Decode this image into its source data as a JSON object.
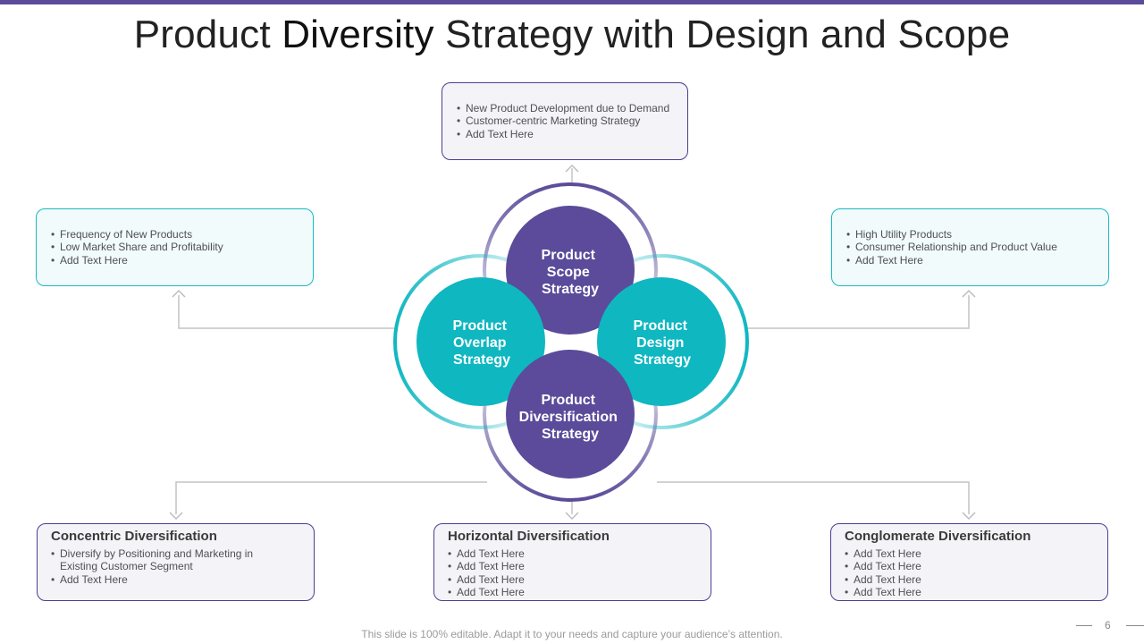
{
  "slide": {
    "title_part1": "Product ",
    "title_part2": "Diversity",
    "title_part3": " Strategy with Design and Scope",
    "footer": "This slide is 100% editable. Adapt it to your needs and capture your audience’s attention.",
    "page_number": "6"
  },
  "colors": {
    "purple": "#5b4b9a",
    "teal": "#0fb7c1",
    "arrow": "#bdbdbd"
  },
  "circles": {
    "scope": [
      "Product",
      "Scope",
      "Strategy"
    ],
    "overlap": [
      "Product",
      "Overlap",
      "Strategy"
    ],
    "design": [
      "Product",
      "Design",
      "Strategy"
    ],
    "diversification": [
      "Product",
      "Diversification",
      "Strategy"
    ]
  },
  "boxes": {
    "top": {
      "items": [
        "New Product Development due to Demand",
        "Customer-centric Marketing Strategy",
        "Add Text Here"
      ]
    },
    "left": {
      "items": [
        "Frequency of New Products",
        "Low Market Share and Profitability",
        "Add Text Here"
      ]
    },
    "right": {
      "items": [
        "High Utility Products",
        "Consumer Relationship and Product Value",
        "Add Text Here"
      ]
    },
    "concentric": {
      "title": "Concentric Diversification",
      "items": [
        "Diversify by Positioning and Marketing in",
        "Existing Customer Segment",
        "Add Text Here"
      ]
    },
    "horizontal": {
      "title": "Horizontal Diversification",
      "items": [
        "Add Text Here",
        "Add Text Here",
        "Add Text Here",
        "Add Text Here"
      ]
    },
    "conglomerate": {
      "title": "Conglomerate Diversification",
      "items": [
        "Add Text Here",
        "Add Text Here",
        "Add Text Here",
        "Add Text Here"
      ]
    }
  }
}
